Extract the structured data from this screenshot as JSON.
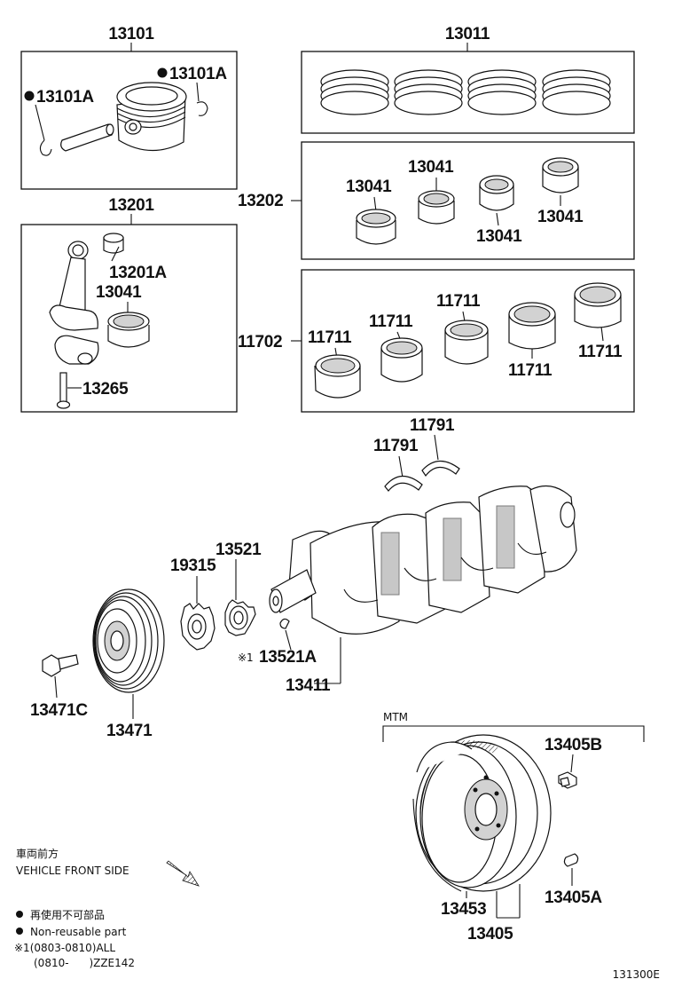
{
  "groups": {
    "piston_set": "13101",
    "ring_set": "13011",
    "conrod_assy": "13201",
    "crank_bearing_set": "13202",
    "main_bearing_set": "11702"
  },
  "parts": {
    "pin_clip_left": "13101A",
    "pin_clip_right": "13101A",
    "conrod_bushing": "13201A",
    "conrod_bearing": "13041",
    "conrod_bolt": "13265",
    "bearing_1": "13041",
    "bearing_2": "13041",
    "bearing_3": "13041",
    "bearing_4": "13041",
    "main_1": "11711",
    "main_2": "11711",
    "main_3": "11711",
    "main_4": "11711",
    "main_5": "11711",
    "thrust_washer_1": "11791",
    "thrust_washer_2": "11791",
    "timing_gear": "13521",
    "sensor_plate": "19315",
    "key": "13521A",
    "crankshaft": "13411",
    "pulley_bolt": "13471C",
    "pulley": "13471",
    "flywheel_bolt": "13405B",
    "flywheel_pin": "13405A",
    "ring_gear": "13453",
    "flywheel": "13405"
  },
  "labels": {
    "key_note_mark": "※1",
    "mtm": "MTM",
    "front_jp": "車両前方",
    "front_en": "VEHICLE FRONT SIDE",
    "legend_nonreusable_jp": "再使用不可部品",
    "legend_nonreusable_en": "Non-reusable part",
    "note_line1": "※1(0803-0810)ALL",
    "note_line2": "(0810-      )ZZE142",
    "figure_code": "131300E"
  }
}
